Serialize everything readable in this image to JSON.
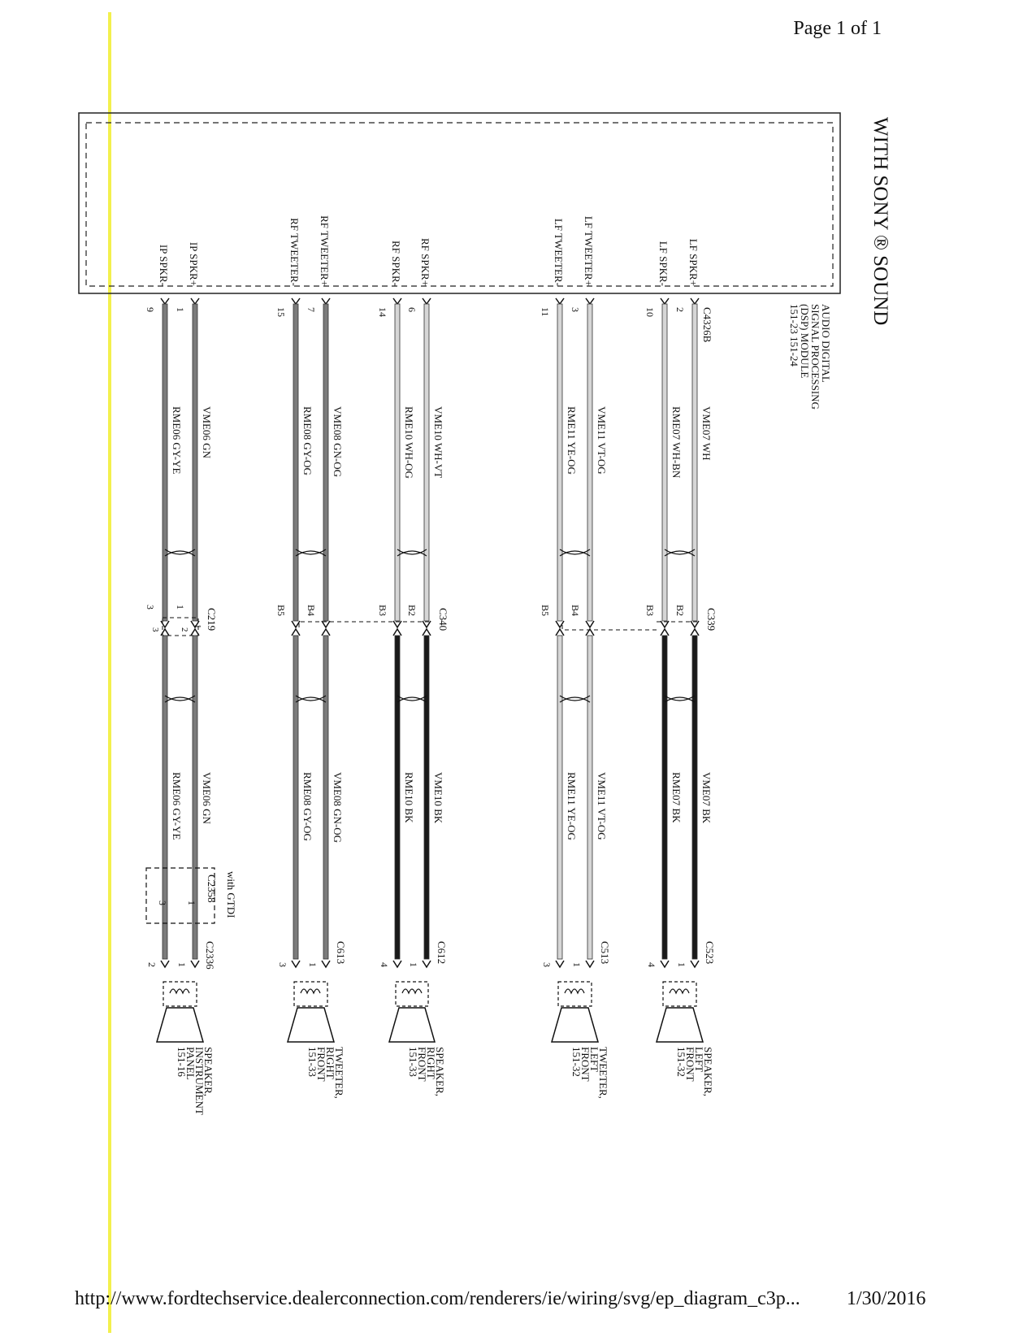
{
  "header": {
    "page": "Page 1 of 1"
  },
  "footer": {
    "url": "http://www.fordtechservice.dealerconnection.com/renderers/ie/wiring/svg/ep_diagram_c3p...",
    "date": "1/30/2016"
  },
  "title": "WITH SONY ® SOUND",
  "module": {
    "lines": [
      "AUDIO DIGITAL",
      "SIGNAL PROCESSING",
      "(DSP) MODULE",
      "151-23  151-24"
    ],
    "connector": "C4326B"
  },
  "splice_label": "with GTDI",
  "groups": [
    {
      "id": "lf-speaker",
      "mid_connector": "C339",
      "end_connector": "C523",
      "device": [
        "SPEAKER,",
        "LEFT",
        "FRONT",
        "151-32"
      ],
      "wires": [
        {
          "pin_label": "LF SPKR+",
          "dsp_pin": "2",
          "circuit1": "VME07  WH",
          "mid_pin": "B2",
          "circuit2": "VME07  BK",
          "end_pin": "1"
        },
        {
          "pin_label": "LF SPKR-",
          "dsp_pin": "10",
          "circuit1": "RME07  WH-BN",
          "mid_pin": "B3",
          "circuit2": "RME07  BK",
          "end_pin": "4"
        }
      ]
    },
    {
      "id": "lf-tweeter",
      "mid_connector": "",
      "end_connector": "C513",
      "device": [
        "TWEETER,",
        "LEFT",
        "FRONT",
        "151-32"
      ],
      "wires": [
        {
          "pin_label": "LF TWEETER+",
          "dsp_pin": "3",
          "circuit1": "VME11  VT-OG",
          "mid_pin": "B4",
          "circuit2": "VME11  VT-OG",
          "end_pin": "1"
        },
        {
          "pin_label": "LF TWEETER-",
          "dsp_pin": "11",
          "circuit1": "RME11  YE-OG",
          "mid_pin": "B5",
          "circuit2": "RME11  YE-OG",
          "end_pin": "3"
        }
      ]
    },
    {
      "id": "rf-speaker",
      "mid_connector": "C340",
      "end_connector": "C612",
      "device": [
        "SPEAKER,",
        "RIGHT",
        "FRONT",
        "151-33"
      ],
      "wires": [
        {
          "pin_label": "RF SPKR+",
          "dsp_pin": "6",
          "circuit1": "VME10  WH-VT",
          "mid_pin": "B2",
          "circuit2": "VME10  BK",
          "end_pin": "1"
        },
        {
          "pin_label": "RF SPKR-",
          "dsp_pin": "14",
          "circuit1": "RME10  WH-OG",
          "mid_pin": "B3",
          "circuit2": "RME10  BK",
          "end_pin": "4"
        }
      ]
    },
    {
      "id": "rf-tweeter",
      "mid_connector": "",
      "end_connector": "C613",
      "device": [
        "TWEETER,",
        "RIGHT",
        "FRONT",
        "151-33"
      ],
      "wires": [
        {
          "pin_label": "RF TWEETER+",
          "dsp_pin": "7",
          "circuit1": "VME08  GN-OG",
          "mid_pin": "B4",
          "circuit2": "VME08  GN-OG",
          "end_pin": "1"
        },
        {
          "pin_label": "RF TWEETER-",
          "dsp_pin": "15",
          "circuit1": "RME08  GY-OG",
          "mid_pin": "B5",
          "circuit2": "RME08  GY-OG",
          "end_pin": "3"
        }
      ]
    },
    {
      "id": "ip-speaker",
      "mid_connector": "C219",
      "end_connector": "C2336",
      "device": [
        "SPEAKER,",
        "INSTRUMENT",
        "PANEL",
        "151-16"
      ],
      "wires": [
        {
          "pin_label": "IP SPKR+",
          "dsp_pin": "1",
          "circuit1": "VME06  GN",
          "mid_pin": "1",
          "circuit2": "VME06  GN",
          "end_pin": "1"
        },
        {
          "pin_label": "IP SPKR-",
          "dsp_pin": "9",
          "circuit1": "RME06  GY-YE",
          "mid_pin": "3",
          "circuit2": "RME06  GY-YE",
          "end_pin": "2"
        }
      ]
    }
  ],
  "gtdi_connector": {
    "name": "C2358",
    "pins": [
      "1",
      "3"
    ]
  },
  "c219_pins": [
    "1",
    "2"
  ]
}
